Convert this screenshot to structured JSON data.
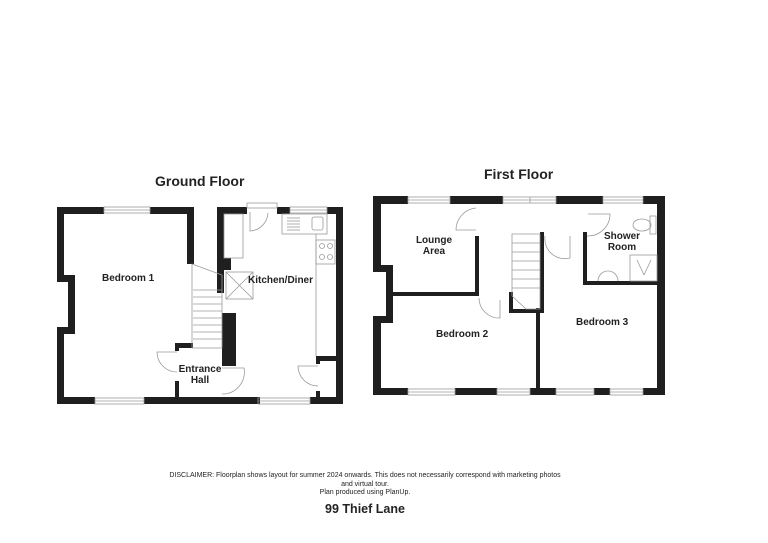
{
  "floors": [
    {
      "title": "Ground Floor",
      "rooms": [
        {
          "label": "Bedroom 1"
        },
        {
          "label": "Kitchen/Diner"
        },
        {
          "label": "Entrance",
          "label2": "Hall"
        }
      ]
    },
    {
      "title": "First Floor",
      "rooms": [
        {
          "label": "Lounge",
          "label2": "Area"
        },
        {
          "label": "Shower",
          "label2": "Room"
        },
        {
          "label": "Bedroom 2"
        },
        {
          "label": "Bedroom 3"
        }
      ]
    }
  ],
  "footer": {
    "disclaimer_line1": "DISCLAIMER: Floorplan shows layout for summer 2024 onwards. This does not necessarily correspond with marketing photos",
    "disclaimer_line2": "and virtual tour.",
    "disclaimer_line3": "Plan produced using PlanUp.",
    "address": "99 Thief Lane"
  },
  "colors": {
    "wall": "#1f1f1f",
    "fixture": "#9a9a9a",
    "background": "#ffffff"
  }
}
